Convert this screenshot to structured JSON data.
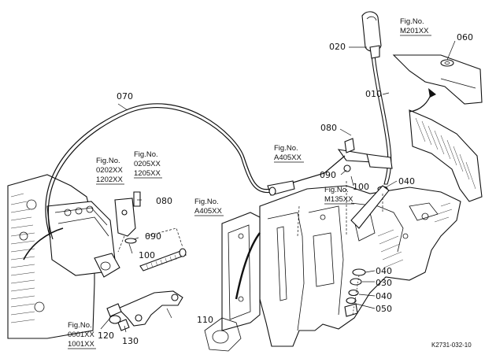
{
  "diagram": {
    "part_labels": {
      "p020": "020",
      "p010": "010",
      "p060": "060",
      "p070": "070",
      "p080_top": "080",
      "p090_top": "090",
      "p100_top": "100",
      "p040_top": "040",
      "p080_left": "080",
      "p090_left": "090",
      "p100_left": "100",
      "p040_a": "040",
      "p030": "030",
      "p040_b": "040",
      "p050": "050",
      "p110": "110",
      "p120": "120",
      "p130": "130"
    },
    "fig_refs": {
      "m201": {
        "title": "Fig.No.",
        "codes": [
          "M201XX"
        ]
      },
      "a405_mid": {
        "title": "Fig.No.",
        "codes": [
          "A405XX"
        ]
      },
      "m135": {
        "title": "Fig.No.",
        "codes": [
          "M135XX"
        ]
      },
      "a405_left": {
        "title": "Fig.No.",
        "codes": [
          "A405XX"
        ]
      },
      "f0202": {
        "title": "Fig.No.",
        "codes": [
          "0202XX",
          "1202XX"
        ]
      },
      "f0205": {
        "title": "Fig.No.",
        "codes": [
          "0205XX",
          "1205XX"
        ]
      },
      "f0001": {
        "title": "Fig.No.",
        "codes": [
          "0001XX",
          "1001XX"
        ]
      }
    },
    "drawing_code": "K2731-032-10"
  }
}
